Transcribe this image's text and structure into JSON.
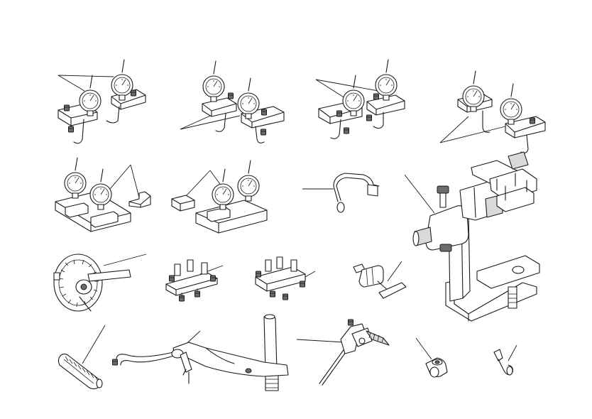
{
  "figure": {
    "type": "exploded tool illustration",
    "background": "#ffffff",
    "line_color": "#1a1a1a",
    "tool_count": 17
  },
  "tools": [
    {
      "id": "dial-gauge-set-1",
      "icon": "dial-gauge-set-icon"
    },
    {
      "id": "dial-gauge-set-2",
      "icon": "dial-gauge-set-icon"
    },
    {
      "id": "dial-gauge-set-3",
      "icon": "dial-gauge-set-icon"
    },
    {
      "id": "dial-gauge-set-4",
      "icon": "dial-gauge-set-icon"
    },
    {
      "id": "dial-gauge-base-1",
      "icon": "dial-gauge-base-icon"
    },
    {
      "id": "dial-gauge-base-2",
      "icon": "dial-gauge-base-icon"
    },
    {
      "id": "bent-rod",
      "icon": "bent-rod-icon"
    },
    {
      "id": "engine-stand",
      "icon": "engine-stand-icon"
    },
    {
      "id": "degree-wheel",
      "icon": "degree-wheel-icon"
    },
    {
      "id": "gauge-bridge-1",
      "icon": "gauge-bridge-icon"
    },
    {
      "id": "gauge-bridge-2",
      "icon": "gauge-bridge-icon"
    },
    {
      "id": "t-handle-puller",
      "icon": "t-handle-puller-icon"
    },
    {
      "id": "threaded-sleeve",
      "icon": "threaded-sleeve-icon"
    },
    {
      "id": "lever-press",
      "icon": "lever-press-icon"
    },
    {
      "id": "handle-bracket",
      "icon": "handle-bracket-icon"
    },
    {
      "id": "elbow-adapter",
      "icon": "elbow-adapter-icon"
    },
    {
      "id": "small-hook",
      "icon": "small-hook-icon"
    }
  ]
}
